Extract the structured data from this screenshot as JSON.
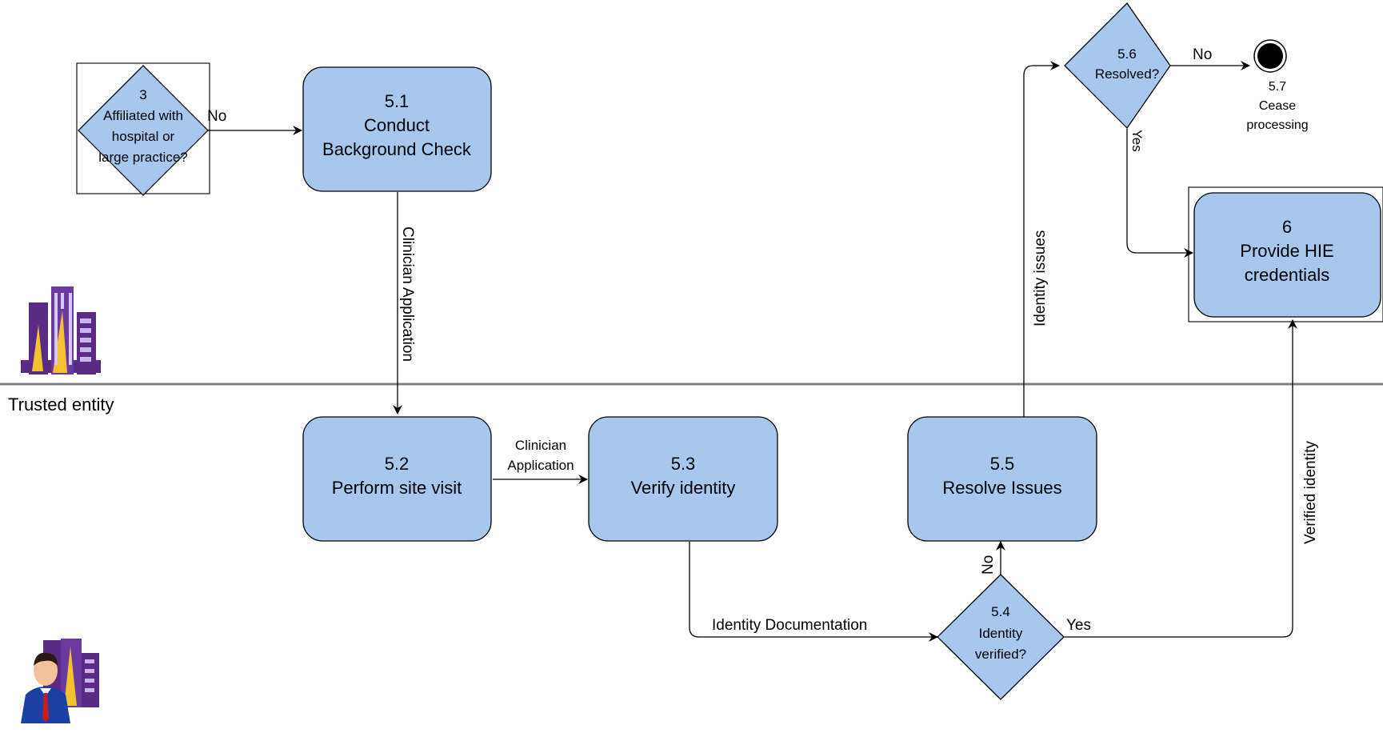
{
  "diagram": {
    "lane_label": "Trusted entity",
    "nodes": {
      "n3": {
        "lines": [
          "3",
          "Affiliated with",
          "hospital or",
          "large practice?"
        ]
      },
      "n51": {
        "lines": [
          "5.1",
          "Conduct",
          "Background Check"
        ]
      },
      "n52": {
        "lines": [
          "5.2",
          "Perform site visit"
        ]
      },
      "n53": {
        "lines": [
          "5.3",
          "Verify identity"
        ]
      },
      "n54": {
        "lines": [
          "5.4",
          "Identity",
          "verified?"
        ]
      },
      "n55": {
        "lines": [
          "5.5",
          "Resolve Issues"
        ]
      },
      "n56": {
        "lines": [
          "5.6",
          "Resolved?"
        ]
      },
      "n57": {
        "lines": [
          "5.7",
          "Cease",
          "processing"
        ]
      },
      "n6": {
        "lines": [
          "6",
          "Provide HIE",
          "credentials"
        ]
      }
    },
    "edges": {
      "e3_51": {
        "label": "No"
      },
      "e51_52": {
        "label": "Clinician Application"
      },
      "e52_53": {
        "lines": [
          "Clinician",
          "Application"
        ]
      },
      "e53_54": {
        "label": "Identity Documentation"
      },
      "e54_55": {
        "label": "No"
      },
      "e54_6": {
        "label": "Yes"
      },
      "e55_56": {
        "label": "Identity issues"
      },
      "e56_57": {
        "label": "No"
      },
      "e56_6": {
        "label": "Yes"
      },
      "e_verified": {
        "label": "Verified identity"
      }
    },
    "colors": {
      "task_fill": "#a7c7ef",
      "lane_divider": "#7f7f7f",
      "building_purple": "#5a2a86",
      "building_gold": "#f2c230"
    },
    "icons": [
      "building-icon",
      "clinician-icon",
      "end-event-icon"
    ]
  }
}
